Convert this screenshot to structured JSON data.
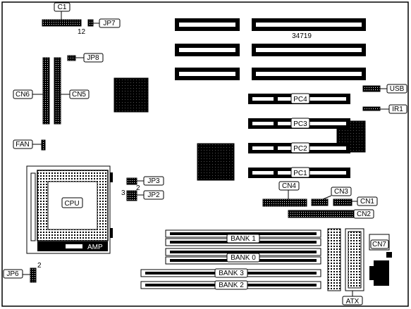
{
  "diagram": {
    "board_id": "34719",
    "labels": {
      "c1": "C1",
      "jp7": "JP7",
      "jp7_pin": "12",
      "jp8": "JP8",
      "cn6": "CN6",
      "cn5": "CN5",
      "fan": "FAN",
      "cpu": "CPU",
      "amp": "AMP",
      "jp3": "JP3",
      "jp2": "JP2",
      "jp2_pin": "3",
      "jp3_pin": "2",
      "jp6": "JP6",
      "jp6_pin": "2",
      "pc4": "PC4",
      "pc3": "PC3",
      "pc2": "PC2",
      "pc1": "PC1",
      "usb": "USB",
      "ir1": "IR1",
      "cn4": "CN4",
      "cn3": "CN3",
      "cn1": "CN1",
      "cn2": "CN2",
      "bank1": "BANK 1",
      "bank0": "BANK 0",
      "bank3": "BANK 3",
      "bank2": "BANK 2",
      "cn7": "CN7",
      "atx": "ATX"
    }
  }
}
